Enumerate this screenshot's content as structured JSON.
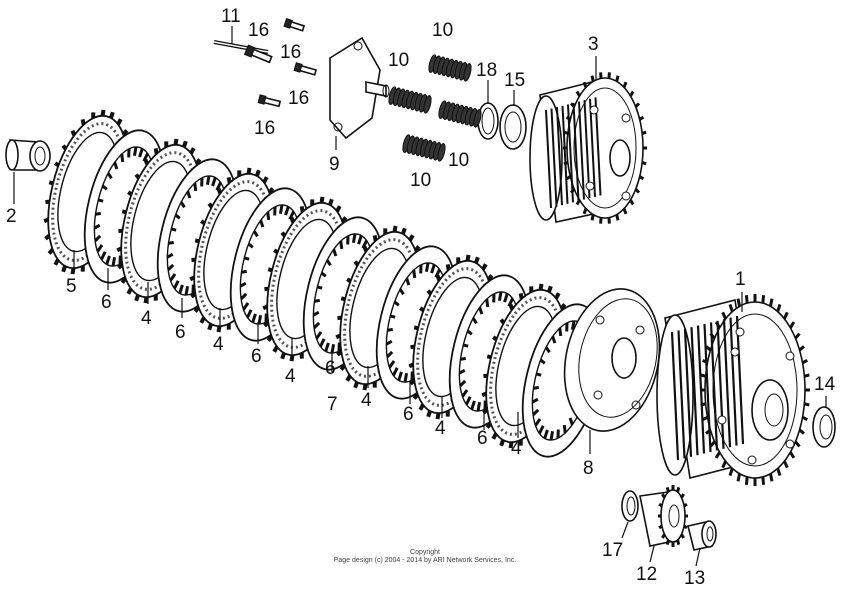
{
  "diagram": {
    "callouts": {
      "c1": "1",
      "c2": "2",
      "c3": "3",
      "c4a": "4",
      "c4b": "4",
      "c4c": "4",
      "c4d": "4",
      "c4e": "4",
      "c4f": "4",
      "c5": "5",
      "c6a": "6",
      "c6b": "6",
      "c6c": "6",
      "c6d": "6",
      "c6e": "6",
      "c6f": "6",
      "c7": "7",
      "c8": "8",
      "c9": "9",
      "c10a": "10",
      "c10b": "10",
      "c10c": "10",
      "c10d": "10",
      "c11": "11",
      "c12": "12",
      "c13": "13",
      "c14": "14",
      "c15": "15",
      "c16a": "16",
      "c16b": "16",
      "c16c": "16",
      "c16d": "16",
      "c17": "17",
      "c18": "18"
    }
  },
  "footer": {
    "copyright_line1": "Copyright",
    "copyright_line2": "Page design (c) 2004 - 2014 by ARI Network Services, Inc."
  }
}
